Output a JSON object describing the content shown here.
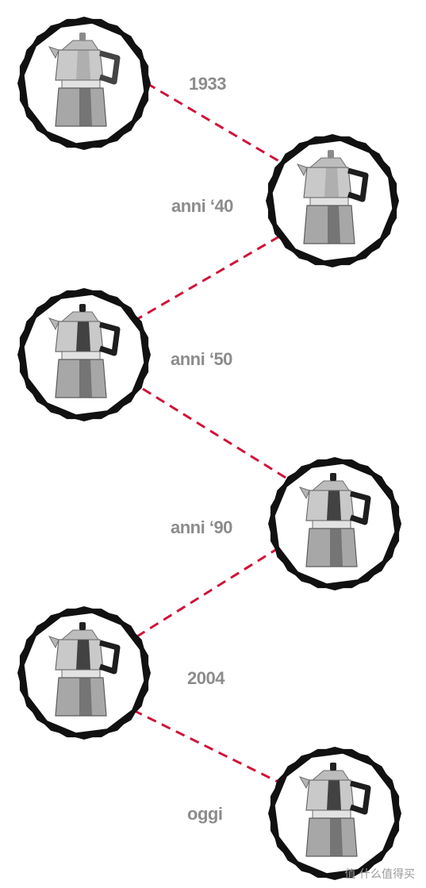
{
  "timeline": {
    "items": [
      {
        "year": "1933",
        "image": "moka-pot-1933"
      },
      {
        "year": "anni ‘40",
        "image": "moka-pot-anni-40"
      },
      {
        "year": "anni ‘50",
        "image": "moka-pot-anni-50"
      },
      {
        "year": "anni ‘90",
        "image": "moka-pot-anni-90"
      },
      {
        "year": "2004",
        "image": "moka-pot-2004"
      },
      {
        "year": "oggi",
        "image": "moka-pot-oggi"
      }
    ],
    "connector_color": "#d0143a"
  },
  "watermark": "值 什么值得买"
}
